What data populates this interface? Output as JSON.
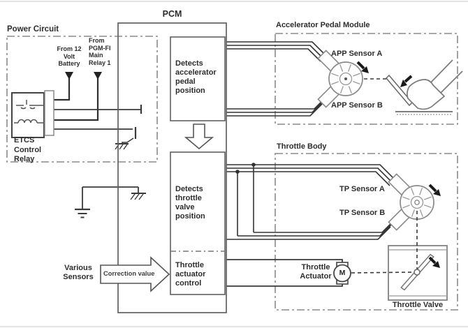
{
  "colors": {
    "wire": "#3a3a3a",
    "box_stroke": "#606060",
    "dash_border": "#8a8a8a",
    "text": "#2d2d2d",
    "background": "#ffffff"
  },
  "pcm": {
    "title": "PCM",
    "detects_accel": "Detects accelerator pedal position",
    "detects_throttle": "Detects throttle valve position",
    "actuator_control": "Throttle actuator control"
  },
  "power_circuit": {
    "title": "Power Circuit",
    "from_battery": "From 12 Volt Battery",
    "from_pgm_fi": "From PGM-FI Main Relay 1",
    "relay_label": "ETCS Control Relay"
  },
  "accelerator_pedal_module": {
    "title": "Accelerator Pedal Module",
    "app_sensor_a": "APP Sensor A",
    "app_sensor_b": "APP Sensor B"
  },
  "throttle_body": {
    "title": "Throttle Body",
    "tp_sensor_a": "TP Sensor A",
    "tp_sensor_b": "TP Sensor B",
    "throttle_actuator": "Throttle Actuator",
    "motor_label": "M",
    "throttle_valve": "Throttle Valve"
  },
  "pcm_inputs": {
    "various_sensors": "Various Sensors",
    "correction_value": "Correction value"
  }
}
